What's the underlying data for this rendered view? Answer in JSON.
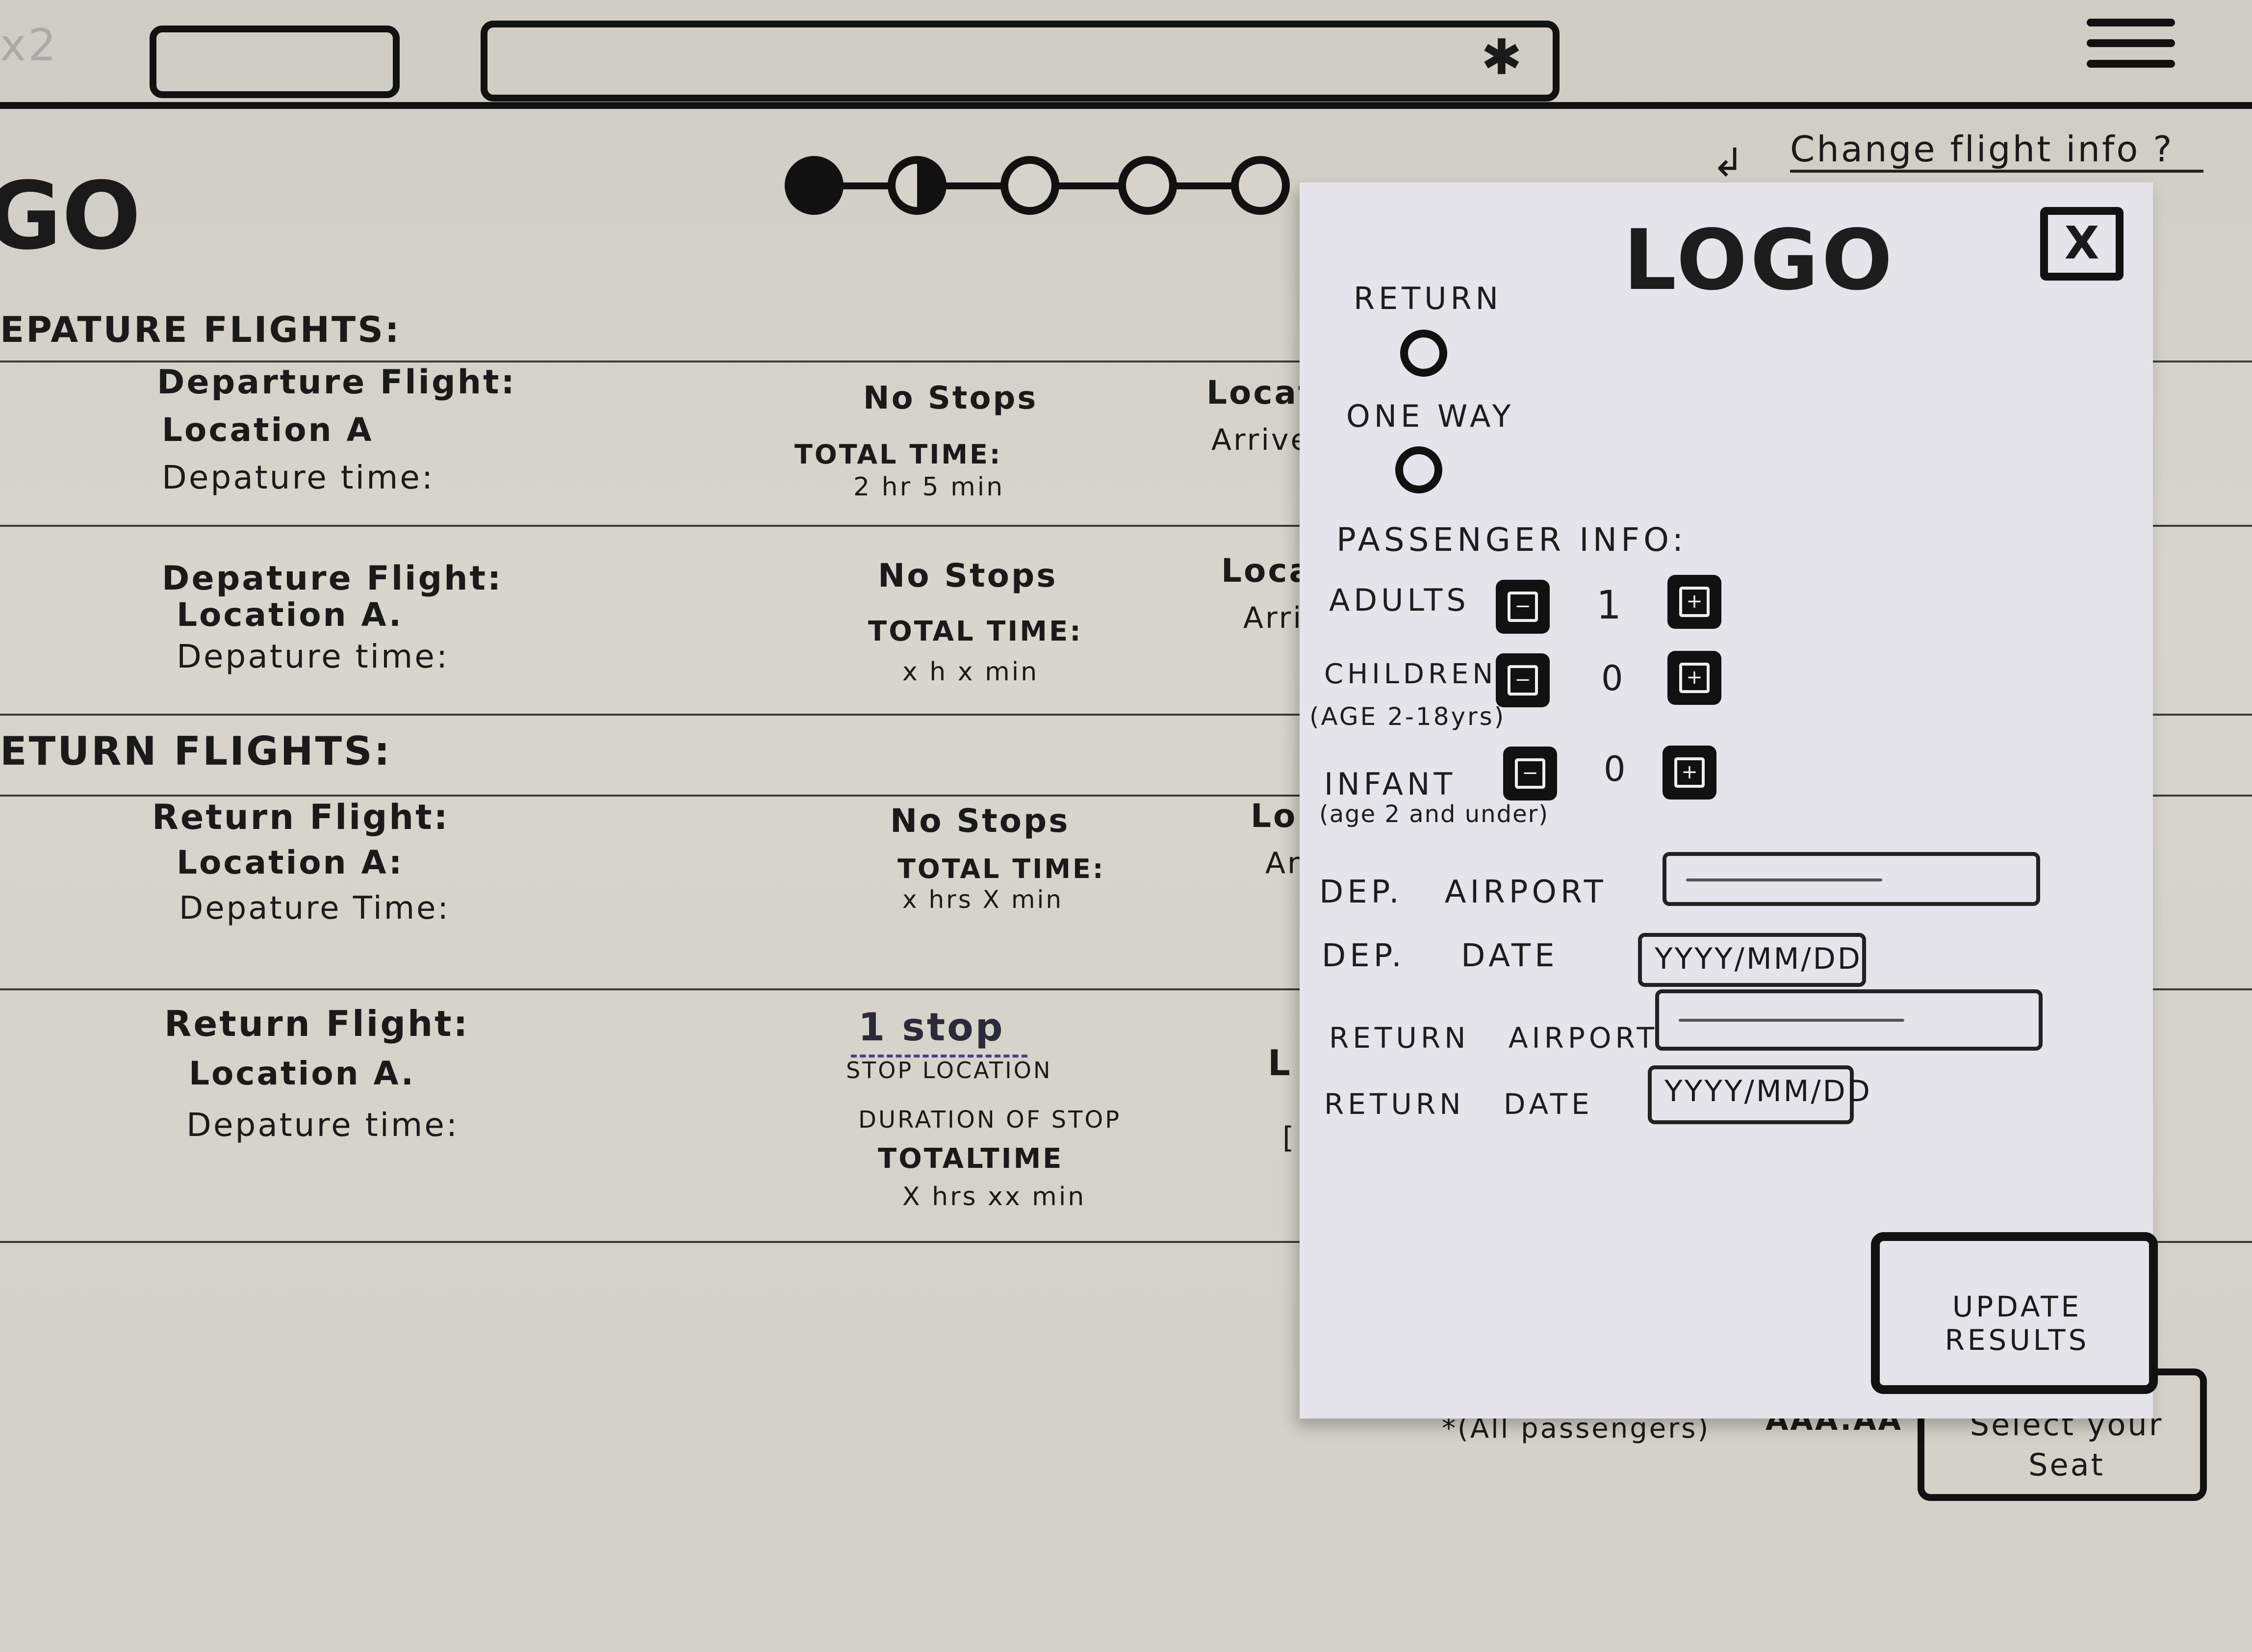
{
  "header": {
    "corner_text": "x2",
    "menu_icon": "hamburger-icon",
    "search_icon": "star-icon"
  },
  "logo_partial": "GO",
  "change_flight_link": "Change flight info ?",
  "stepper": {
    "total_steps": 5,
    "completed": 1,
    "half": 1
  },
  "sections": {
    "departure_title": "EPATURE FLIGHTS:",
    "return_title": "ETURN FLIGHTS:"
  },
  "flights": [
    {
      "title": "Departure Flight:",
      "location": "Location A",
      "time_label": "Depature time:",
      "stops": "No Stops",
      "total_label": "TOTAL TIME:",
      "total_value": "2 hr 5 min",
      "right_label": "Locati",
      "right_sub": "Arrive"
    },
    {
      "title": "Depature Flight:",
      "location": "Location A.",
      "time_label": "Depature time:",
      "stops": "No Stops",
      "total_label": "TOTAL TIME:",
      "total_value": "x h  x min",
      "right_label": "Loca",
      "right_sub": "Arri"
    },
    {
      "title": "Return Flight:",
      "location": "Location A:",
      "time_label": "Depature Time:",
      "stops": "No Stops",
      "total_label": "TOTAL TIME:",
      "total_value": "x hrs X min",
      "right_label": "Lo",
      "right_sub": "Ar"
    },
    {
      "title": "Return Flight:",
      "location": "Location A.",
      "time_label": "Depature time:",
      "stops": "1 stop",
      "stop_location": "STOP LOCATION",
      "stop_duration": "DURATION OF STOP",
      "total_label": "TOTALTIME",
      "total_value": "X hrs  xx min",
      "right_label": "L",
      "right_sub": "["
    }
  ],
  "footer": {
    "passengers_note": "*(All passengers)",
    "price": "AAA.AA",
    "select_seat_button": "Select your Seat"
  },
  "modal": {
    "logo": "LOGO",
    "close_label": "X",
    "return_label": "RETURN",
    "oneway_label": "ONE WAY",
    "passenger_title": "PASSENGER INFO:",
    "adults_label": "ADULTS",
    "adults_count": "1",
    "children_label": "CHILDREN",
    "children_sub": "(AGE 2-18yrs)",
    "children_count": "0",
    "infant_label": "INFANT",
    "infant_sub": "(age 2 and under)",
    "infant_count": "0",
    "dep_airport_label": "DEP.   AIRPORT",
    "dep_date_label": "DEP.    DATE",
    "dep_date_placeholder": "YYYY/MM/DD",
    "return_airport_label": "RETURN   AIRPORT",
    "return_date_label": "RETURN   DATE",
    "return_date_placeholder": "YYYY/MM/DD",
    "update_button": "UPDATE RESULTS",
    "minus_symbol": "−",
    "plus_symbol": "+"
  }
}
